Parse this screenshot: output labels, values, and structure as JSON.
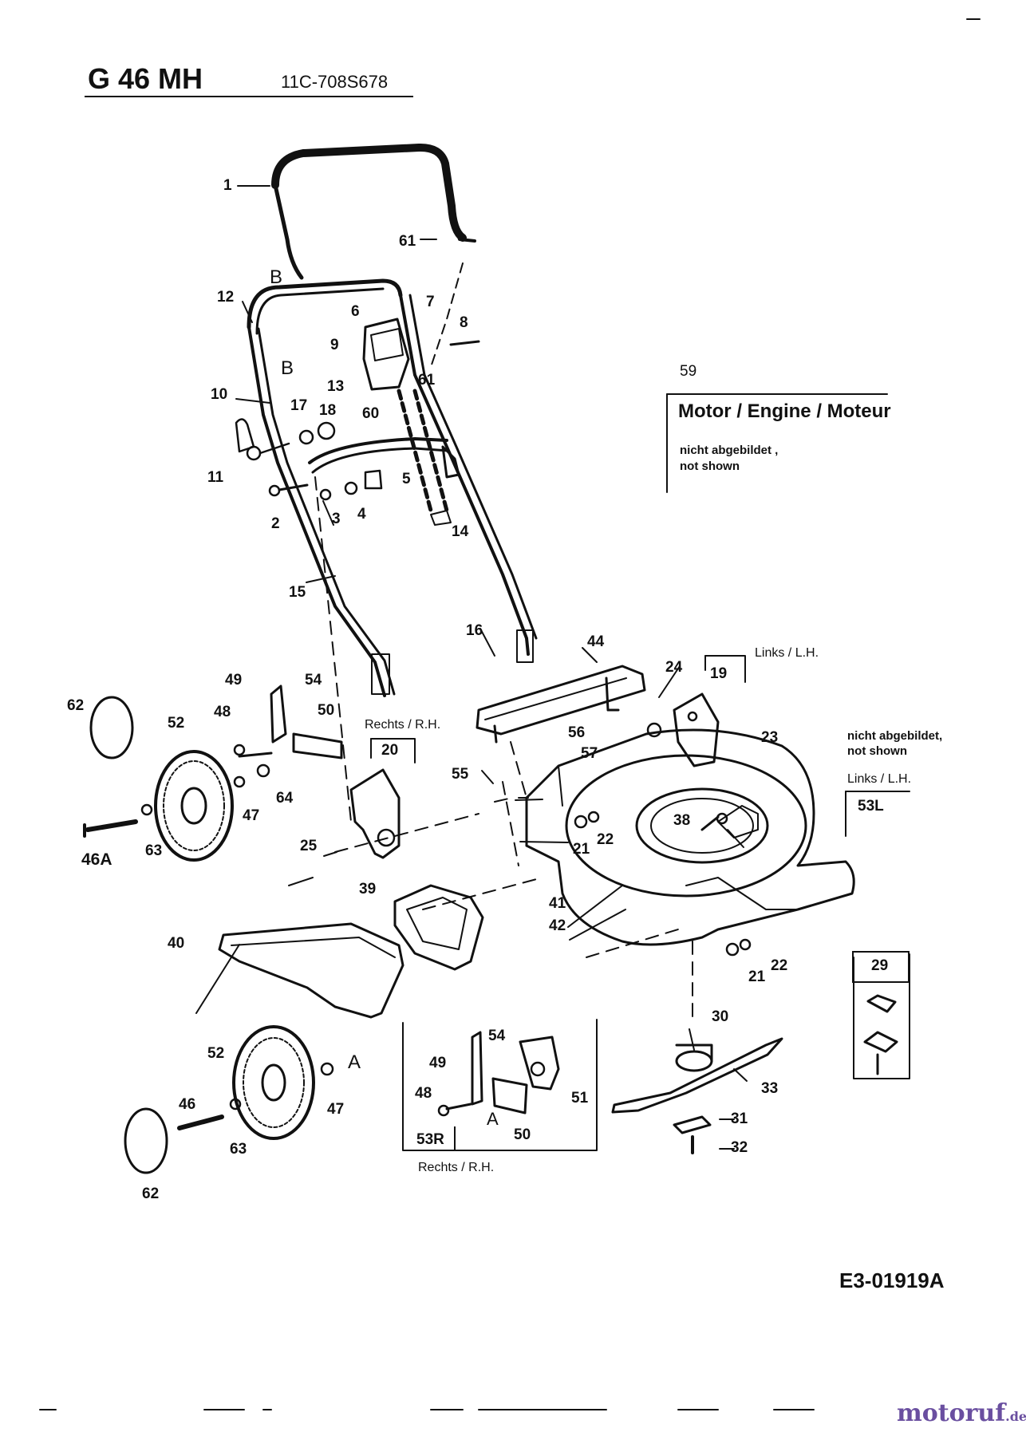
{
  "header": {
    "model": "G 46 MH",
    "article_number": "11C-708S678"
  },
  "engine_note": {
    "ref": "59",
    "title": "Motor / Engine / Moteur",
    "note_line1": "nicht abgebildet ,",
    "note_line2": "not shown"
  },
  "side_notes": {
    "links_lh_top": "Links / L.H.",
    "rechts_rh_top": "Rechts / R.H.",
    "not_shown_line1": "nicht abgebildet,",
    "not_shown_line2": "not shown",
    "links_lh_53l": "Links / L.H.",
    "rechts_rh_bottom": "Rechts / R.H."
  },
  "boxed_refs": {
    "r19": "19",
    "r20": "20",
    "r53L": "53L",
    "r29": "29",
    "r53R": "53R"
  },
  "callouts": {
    "c1": "1",
    "c61a": "61",
    "cB1": "B",
    "c12": "12",
    "c6": "6",
    "c7": "7",
    "c8": "8",
    "c9": "9",
    "cB2": "B",
    "c13": "13",
    "c61b": "61",
    "c10": "10",
    "c17": "17",
    "c18": "18",
    "c60": "60",
    "c11": "11",
    "c5": "5",
    "c2": "2",
    "c3": "3",
    "c4": "4",
    "c14": "14",
    "c15": "15",
    "c16": "16",
    "c44": "44",
    "c24": "24",
    "c49a": "49",
    "c54a": "54",
    "c62a": "62",
    "c48a": "48",
    "c50a": "50",
    "c52a": "52",
    "c56": "56",
    "c57": "57",
    "c23": "23",
    "c55": "55",
    "c64": "64",
    "c47a": "47",
    "c46A": "46A",
    "c63a": "63",
    "c25": "25",
    "c21a": "21",
    "c22a": "22",
    "c38": "38",
    "c39": "39",
    "c41": "41",
    "c42": "42",
    "c40": "40",
    "c21b": "21",
    "c22b": "22",
    "c52b": "52",
    "cA1": "A",
    "c47b": "47",
    "c46": "46",
    "c63b": "63",
    "c62b": "62",
    "c54b": "54",
    "c49b": "49",
    "c48b": "48",
    "cA2": "A",
    "c51": "51",
    "c50b": "50",
    "c30": "30",
    "c33": "33",
    "c31": "31",
    "c32": "32"
  },
  "footer": {
    "drawing_number": "E3-01919A",
    "brand_name": "motoruf",
    "brand_tld": ".de"
  },
  "colors": {
    "ink": "#111111",
    "brand": "#6a4fa0"
  }
}
